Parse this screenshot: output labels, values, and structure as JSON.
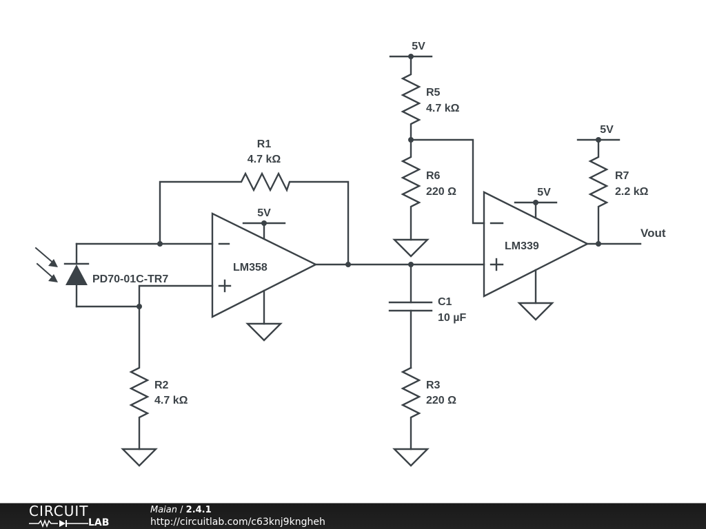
{
  "schematic": {
    "photodiode": {
      "name": "PD70-01C-TR7"
    },
    "opamp1": {
      "name": "LM358",
      "supply": "5V",
      "inv": "−",
      "noninv": "+"
    },
    "opamp2": {
      "name": "LM339",
      "supply": "5V",
      "inv": "−",
      "noninv": "+"
    },
    "r1": {
      "name": "R1",
      "value": "4.7 kΩ"
    },
    "r2": {
      "name": "R2",
      "value": "4.7 kΩ"
    },
    "r3": {
      "name": "R3",
      "value": "220 Ω"
    },
    "r5": {
      "name": "R5",
      "value": "4.7 kΩ",
      "supply": "5V"
    },
    "r6": {
      "name": "R6",
      "value": "220 Ω"
    },
    "r7": {
      "name": "R7",
      "value": "2.2 kΩ",
      "supply": "5V"
    },
    "c1": {
      "name": "C1",
      "value": "10 µF"
    },
    "output": {
      "name": "Vout"
    }
  },
  "footer": {
    "logo_top": "CIRCUIT",
    "logo_bottom": "LAB",
    "author": "Maian",
    "separator": " / ",
    "version": "2.4.1",
    "url": "http://circuitlab.com/c63knj9kngheh"
  }
}
